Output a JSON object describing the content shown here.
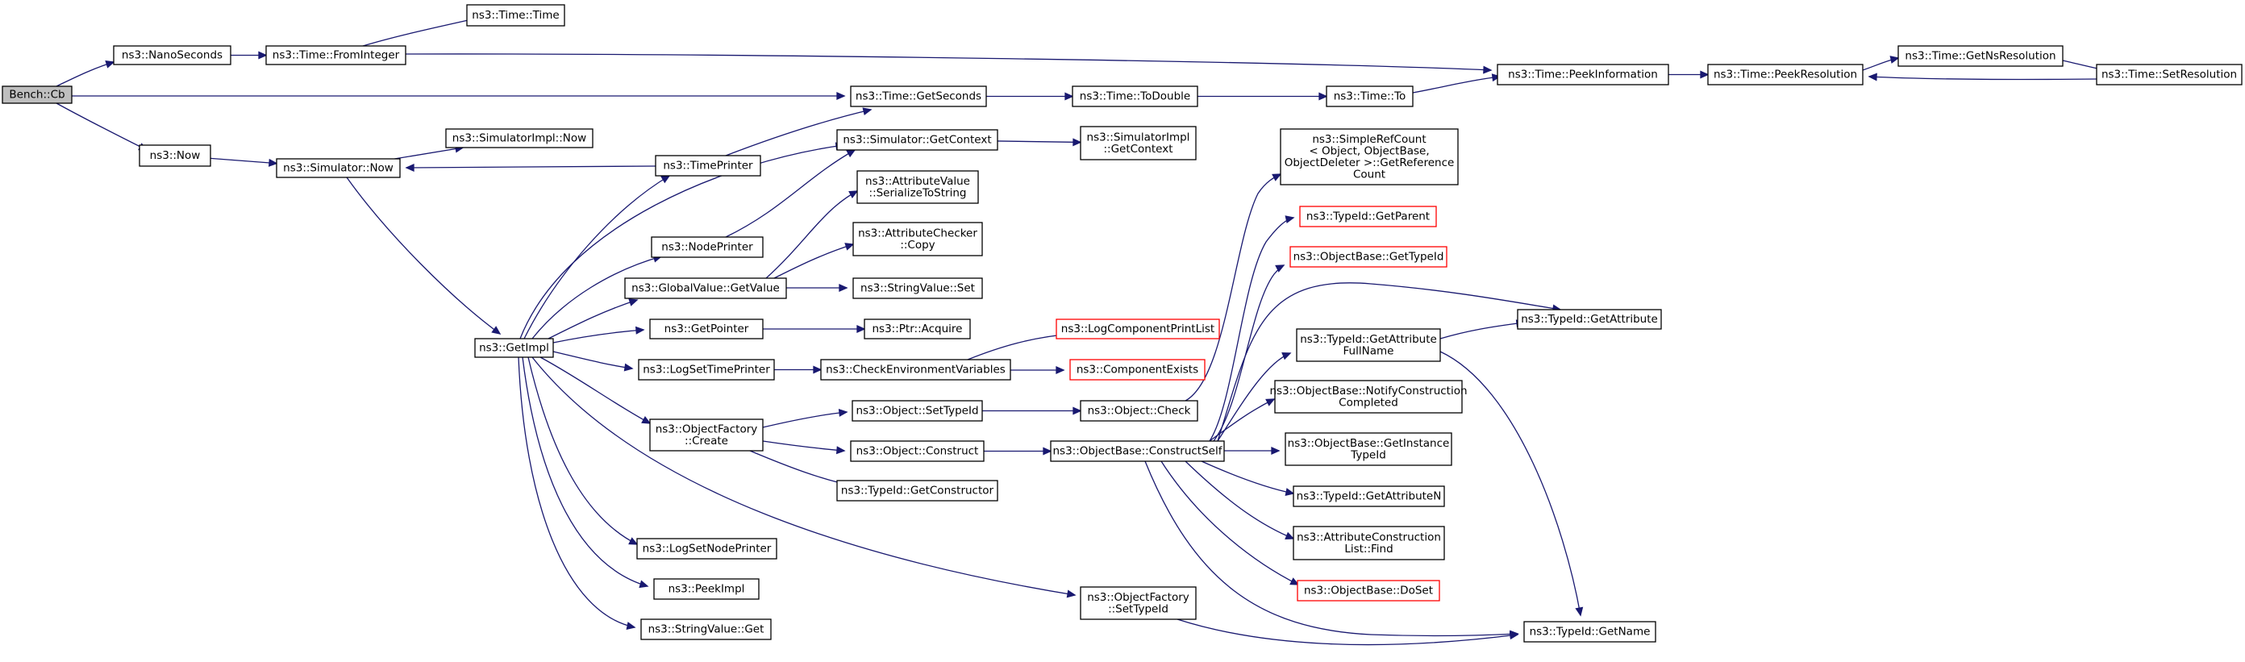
{
  "colors": {
    "edge": "#191970",
    "node_border": "#000000",
    "truncated_border": "#ff0000",
    "root_fill": "#bfbfbf",
    "node_fill": "#ffffff"
  },
  "nodes": [
    {
      "id": "bench_cb",
      "root": true,
      "lines": [
        "Bench::Cb"
      ]
    },
    {
      "id": "nanoseconds",
      "lines": [
        "ns3::NanoSeconds"
      ]
    },
    {
      "id": "now",
      "lines": [
        "ns3::Now"
      ]
    },
    {
      "id": "time_time",
      "lines": [
        "ns3::Time::Time"
      ]
    },
    {
      "id": "time_frominteger",
      "lines": [
        "ns3::Time::FromInteger"
      ]
    },
    {
      "id": "simulator_now",
      "lines": [
        "ns3::Simulator::Now"
      ]
    },
    {
      "id": "simulatorimpl_now",
      "lines": [
        "ns3::SimulatorImpl::Now"
      ]
    },
    {
      "id": "getimpl",
      "lines": [
        "ns3::GetImpl"
      ]
    },
    {
      "id": "timeprinter",
      "lines": [
        "ns3::TimePrinter"
      ]
    },
    {
      "id": "nodeprinter",
      "lines": [
        "ns3::NodePrinter"
      ]
    },
    {
      "id": "globalvalue_getvalue",
      "lines": [
        "ns3::GlobalValue::GetValue"
      ]
    },
    {
      "id": "getpointer",
      "lines": [
        "ns3::GetPointer"
      ]
    },
    {
      "id": "logsettimeprinter",
      "lines": [
        "ns3::LogSetTimePrinter"
      ]
    },
    {
      "id": "objectfactory_create",
      "lines": [
        "ns3::ObjectFactory",
        "::Create"
      ]
    },
    {
      "id": "logsetnodeprinter",
      "lines": [
        "ns3::LogSetNodePrinter"
      ]
    },
    {
      "id": "peekimpl",
      "lines": [
        "ns3::PeekImpl"
      ]
    },
    {
      "id": "stringvalue_get",
      "lines": [
        "ns3::StringValue::Get"
      ]
    },
    {
      "id": "time_getseconds",
      "lines": [
        "ns3::Time::GetSeconds"
      ]
    },
    {
      "id": "simulator_getcontext",
      "lines": [
        "ns3::Simulator::GetContext"
      ]
    },
    {
      "id": "attributevalue_serialize",
      "lines": [
        "ns3::AttributeValue",
        "::SerializeToString"
      ]
    },
    {
      "id": "attributechecker_copy",
      "lines": [
        "ns3::AttributeChecker",
        "::Copy"
      ]
    },
    {
      "id": "stringvalue_set",
      "lines": [
        "ns3::StringValue::Set"
      ]
    },
    {
      "id": "ptr_acquire",
      "lines": [
        "ns3::Ptr::Acquire"
      ]
    },
    {
      "id": "checkenvironmentvariables",
      "lines": [
        "ns3::CheckEnvironmentVariables"
      ]
    },
    {
      "id": "object_settypeid",
      "lines": [
        "ns3::Object::SetTypeId"
      ]
    },
    {
      "id": "object_construct",
      "lines": [
        "ns3::Object::Construct"
      ]
    },
    {
      "id": "typeid_getconstructor",
      "lines": [
        "ns3::TypeId::GetConstructor"
      ]
    },
    {
      "id": "time_todouble",
      "lines": [
        "ns3::Time::ToDouble"
      ]
    },
    {
      "id": "simulatorimpl_getcontext",
      "lines": [
        "ns3::SimulatorImpl",
        "::GetContext"
      ]
    },
    {
      "id": "logcomponentprintlist",
      "truncated": true,
      "lines": [
        "ns3::LogComponentPrintList"
      ]
    },
    {
      "id": "componentexists",
      "truncated": true,
      "lines": [
        "ns3::ComponentExists"
      ]
    },
    {
      "id": "object_check",
      "lines": [
        "ns3::Object::Check"
      ]
    },
    {
      "id": "objectbase_constructself",
      "lines": [
        "ns3::ObjectBase::ConstructSelf"
      ]
    },
    {
      "id": "objectfactory_settypeid",
      "lines": [
        "ns3::ObjectFactory",
        "::SetTypeId"
      ]
    },
    {
      "id": "time_to",
      "lines": [
        "ns3::Time::To"
      ]
    },
    {
      "id": "simplerefcount",
      "lines": [
        "ns3::SimpleRefCount",
        "< Object, ObjectBase,",
        "ObjectDeleter >::GetReference",
        "Count"
      ]
    },
    {
      "id": "typeid_getparent",
      "truncated": true,
      "lines": [
        "ns3::TypeId::GetParent"
      ]
    },
    {
      "id": "objectbase_gettypeid",
      "truncated": true,
      "lines": [
        "ns3::ObjectBase::GetTypeId"
      ]
    },
    {
      "id": "typeid_getattributefullname",
      "lines": [
        "ns3::TypeId::GetAttribute",
        "FullName"
      ]
    },
    {
      "id": "objectbase_notifyconstruction",
      "lines": [
        "ns3::ObjectBase::NotifyConstruction",
        "Completed"
      ]
    },
    {
      "id": "objectbase_getinstancetypeid",
      "lines": [
        "ns3::ObjectBase::GetInstance",
        "TypeId"
      ]
    },
    {
      "id": "typeid_getattributen",
      "lines": [
        "ns3::TypeId::GetAttributeN"
      ]
    },
    {
      "id": "attributeconstructionlist_find",
      "lines": [
        "ns3::AttributeConstruction",
        "List::Find"
      ]
    },
    {
      "id": "objectbase_doset",
      "truncated": true,
      "lines": [
        "ns3::ObjectBase::DoSet"
      ]
    },
    {
      "id": "time_peekinformation",
      "lines": [
        "ns3::Time::PeekInformation"
      ]
    },
    {
      "id": "typeid_getattribute",
      "lines": [
        "ns3::TypeId::GetAttribute"
      ]
    },
    {
      "id": "typeid_getname",
      "lines": [
        "ns3::TypeId::GetName"
      ]
    },
    {
      "id": "time_peekresolution",
      "lines": [
        "ns3::Time::PeekResolution"
      ]
    },
    {
      "id": "time_getnsresolution",
      "lines": [
        "ns3::Time::GetNsResolution"
      ]
    },
    {
      "id": "time_setresolution",
      "lines": [
        "ns3::Time::SetResolution"
      ]
    }
  ],
  "edges": [
    [
      "bench_cb",
      "nanoseconds"
    ],
    [
      "bench_cb",
      "now"
    ],
    [
      "bench_cb",
      "time_getseconds"
    ],
    [
      "nanoseconds",
      "time_frominteger"
    ],
    [
      "time_frominteger",
      "time_time"
    ],
    [
      "time_frominteger",
      "time_peekinformation"
    ],
    [
      "now",
      "simulator_now"
    ],
    [
      "simulator_now",
      "simulatorimpl_now"
    ],
    [
      "simulator_now",
      "getimpl"
    ],
    [
      "timeprinter",
      "simulator_now"
    ],
    [
      "timeprinter",
      "time_getseconds"
    ],
    [
      "getimpl",
      "timeprinter"
    ],
    [
      "getimpl",
      "simulator_getcontext"
    ],
    [
      "getimpl",
      "nodeprinter"
    ],
    [
      "getimpl",
      "globalvalue_getvalue"
    ],
    [
      "getimpl",
      "getpointer"
    ],
    [
      "getimpl",
      "logsettimeprinter"
    ],
    [
      "getimpl",
      "objectfactory_create"
    ],
    [
      "getimpl",
      "logsetnodeprinter"
    ],
    [
      "getimpl",
      "peekimpl"
    ],
    [
      "getimpl",
      "stringvalue_get"
    ],
    [
      "getimpl",
      "objectfactory_settypeid"
    ],
    [
      "nodeprinter",
      "simulator_getcontext"
    ],
    [
      "simulator_getcontext",
      "simulatorimpl_getcontext"
    ],
    [
      "globalvalue_getvalue",
      "attributevalue_serialize"
    ],
    [
      "globalvalue_getvalue",
      "attributechecker_copy"
    ],
    [
      "globalvalue_getvalue",
      "stringvalue_set"
    ],
    [
      "getpointer",
      "ptr_acquire"
    ],
    [
      "logsettimeprinter",
      "checkenvironmentvariables"
    ],
    [
      "checkenvironmentvariables",
      "logcomponentprintlist"
    ],
    [
      "checkenvironmentvariables",
      "componentexists"
    ],
    [
      "objectfactory_create",
      "object_settypeid"
    ],
    [
      "objectfactory_create",
      "object_construct"
    ],
    [
      "objectfactory_create",
      "typeid_getconstructor"
    ],
    [
      "object_settypeid",
      "object_check"
    ],
    [
      "object_construct",
      "objectbase_constructself"
    ],
    [
      "object_check",
      "simplerefcount"
    ],
    [
      "objectbase_constructself",
      "typeid_getparent"
    ],
    [
      "objectbase_constructself",
      "objectbase_gettypeid"
    ],
    [
      "objectbase_constructself",
      "typeid_getattribute"
    ],
    [
      "objectbase_constructself",
      "typeid_getattributefullname"
    ],
    [
      "objectbase_constructself",
      "objectbase_notifyconstruction"
    ],
    [
      "objectbase_constructself",
      "objectbase_getinstancetypeid"
    ],
    [
      "objectbase_constructself",
      "typeid_getattributen"
    ],
    [
      "objectbase_constructself",
      "attributeconstructionlist_find"
    ],
    [
      "objectbase_constructself",
      "objectbase_doset"
    ],
    [
      "objectbase_constructself",
      "typeid_getname"
    ],
    [
      "objectfactory_settypeid",
      "typeid_getname"
    ],
    [
      "typeid_getattributefullname",
      "typeid_getattribute"
    ],
    [
      "typeid_getattributefullname",
      "typeid_getname"
    ],
    [
      "time_getseconds",
      "time_todouble"
    ],
    [
      "time_todouble",
      "time_to"
    ],
    [
      "time_to",
      "time_peekinformation"
    ],
    [
      "time_peekinformation",
      "time_peekresolution"
    ],
    [
      "time_peekresolution",
      "time_getnsresolution"
    ],
    [
      "time_getnsresolution",
      "time_setresolution"
    ],
    [
      "time_setresolution",
      "time_peekresolution"
    ]
  ]
}
